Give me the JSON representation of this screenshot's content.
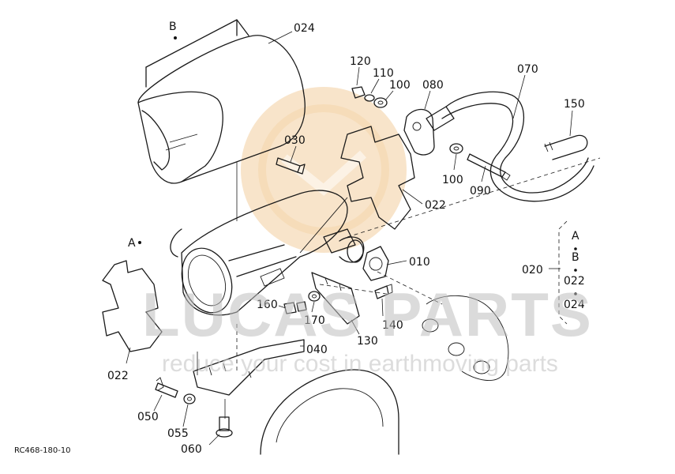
{
  "callouts": {
    "p024": "024",
    "p120": "120",
    "p110": "110",
    "p100a": "100",
    "p080": "080",
    "p070": "070",
    "p150": "150",
    "p030": "030",
    "p100b": "100",
    "p090": "090",
    "p022a": "022",
    "p010": "010",
    "p020": "020",
    "p022b": "022",
    "p160": "160",
    "p170": "170",
    "p140": "140",
    "p130": "130",
    "p040": "040",
    "p050": "050",
    "p055": "055",
    "p060": "060"
  },
  "view_markers": {
    "b": "B",
    "a": "A"
  },
  "kit_list": [
    "A",
    "B",
    "022",
    "024"
  ],
  "diagram_code": "RC468-180-10",
  "watermark": {
    "brand": "LUCAS PARTS",
    "tagline": "reduce your cost in earthmoving parts",
    "logo_color": "#f0c48a"
  }
}
